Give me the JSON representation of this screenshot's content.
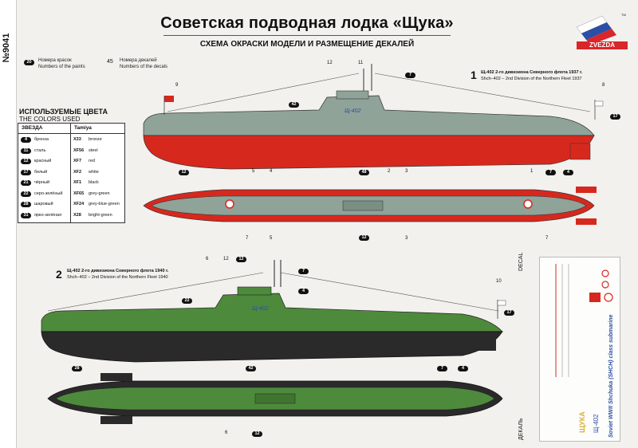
{
  "header": {
    "product_number": "№9041",
    "title": "Советская подводная лодка «Щука»",
    "subtitle": "СХЕМА ОКРАСКИ МОДЕЛИ И РАЗМЕЩЕНИЕ ДЕКАЛЕЙ",
    "logo_text": "ZVEZDA",
    "logo_mark": "TM"
  },
  "legend": {
    "paint_marker": "20",
    "paint_ru": "Номера красок",
    "paint_en": "Numbers of the paints",
    "decal_marker": "45",
    "decal_ru": "Номера декалей",
    "decal_en": "Numbers of the decals"
  },
  "colors": {
    "title": "ИСПОЛЬЗУЕМЫЕ ЦВЕТА",
    "subtitle": "THE COLORS USED",
    "col_zvezda": "ЗВЕЗДА",
    "col_tamiya": "Tamiya",
    "rows": [
      {
        "zv": "4",
        "ru": "бронза",
        "code": "X33",
        "en": "bronze",
        "swatch": "#8a6a3a"
      },
      {
        "zv": "11",
        "ru": "сталь",
        "code": "XF56",
        "en": "steel",
        "swatch": "#7b7f83"
      },
      {
        "zv": "12",
        "ru": "красный",
        "code": "XF7",
        "en": "red",
        "swatch": "#d42b2b"
      },
      {
        "zv": "17",
        "ru": "белый",
        "code": "XF2",
        "en": "white",
        "swatch": "#ffffff"
      },
      {
        "zv": "21",
        "ru": "чёрный",
        "code": "XF1",
        "en": "black",
        "swatch": "#111111"
      },
      {
        "zv": "22",
        "ru": "серо-зелёный",
        "code": "XF65",
        "en": "grey-green",
        "swatch": "#6f7a5f"
      },
      {
        "zv": "28",
        "ru": "шаровый",
        "code": "XF24",
        "en": "grey-blue-green",
        "swatch": "#8a9e96"
      },
      {
        "zv": "31",
        "ru": "ярко-зелёная",
        "code": "X28",
        "en": "bright-green",
        "swatch": "#3f9a3a"
      }
    ]
  },
  "scheme1": {
    "number": "1",
    "caption_ru": "Щ-402 2-го дивизиона Северного флота 1937 г.",
    "caption_en": "Shch–402 – 2nd Division of the Northern Fleet 1937",
    "hull_number": "Щ-402",
    "callouts": [
      "12",
      "11",
      "9",
      "8",
      "5",
      "4",
      "2",
      "3",
      "1",
      "7",
      "5",
      "3",
      "7"
    ],
    "paint_bubbles": [
      "7",
      "42",
      "17",
      "12",
      "48",
      "7",
      "4",
      "12"
    ],
    "hull_color": "#8fa398",
    "bottom_color": "#d7281e"
  },
  "scheme2": {
    "number": "2",
    "caption_ru": "Щ-402 2-го дивизиона Северного флота 1940 г.",
    "caption_en": "Shch–402 – 2nd Division of the Northern Fleet 1940",
    "hull_number": "Щ-402",
    "callouts": [
      "6",
      "12",
      "10",
      "6"
    ],
    "paint_bubbles": [
      "12",
      "7",
      "4",
      "22",
      "17",
      "28",
      "42",
      "7",
      "4",
      "12"
    ],
    "hull_color": "#4e8a3c",
    "bottom_color": "#2a2a2a"
  },
  "decal_sheet": {
    "side_en": "DECAL",
    "side_ru": "ДЕКАЛЬ",
    "text_main": "Soviet WWII Shchuka (SHCH) class submarine",
    "label1": "ЩУКА",
    "label2": "Щ-402"
  }
}
